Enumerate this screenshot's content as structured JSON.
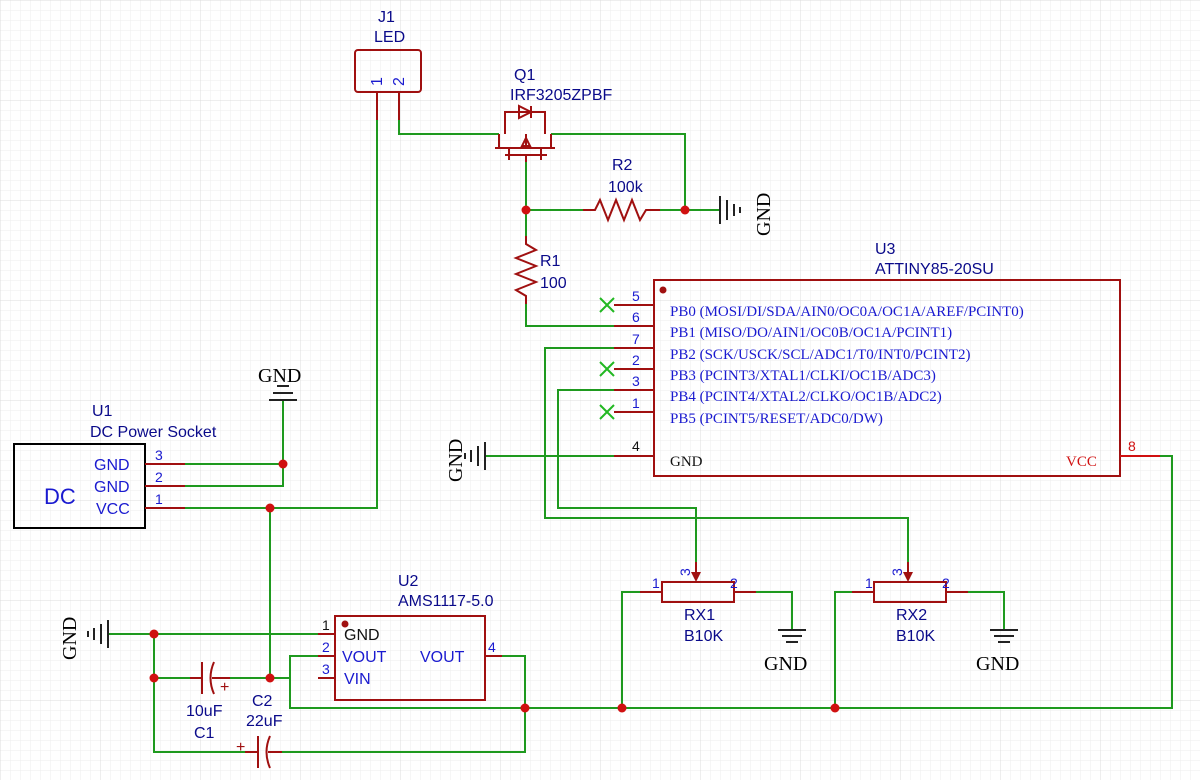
{
  "grid": true,
  "colors": {
    "wire": "#1f9a1f",
    "component": "#a01010",
    "label": "#0a0a8a",
    "pin_text": "#1a1ad0",
    "junction": "#d01010"
  },
  "j1": {
    "ref": "J1",
    "value": "LED",
    "pins": [
      "1",
      "2"
    ]
  },
  "q1": {
    "ref": "Q1",
    "value": "IRF3205ZPBF"
  },
  "r1": {
    "ref": "R1",
    "value": "100"
  },
  "r2": {
    "ref": "R2",
    "value": "100k"
  },
  "u1": {
    "ref": "U1",
    "value": "DC Power Socket",
    "body_label": "DC",
    "pins": [
      {
        "num": "3",
        "name": "GND"
      },
      {
        "num": "2",
        "name": "GND"
      },
      {
        "num": "1",
        "name": "VCC"
      }
    ]
  },
  "u2": {
    "ref": "U2",
    "value": "AMS1117-5.0",
    "pins": [
      {
        "num": "1",
        "name": "GND"
      },
      {
        "num": "2",
        "name": "VOUT"
      },
      {
        "num": "3",
        "name": "VIN"
      },
      {
        "num": "4",
        "name": "VOUT"
      }
    ]
  },
  "u3": {
    "ref": "U3",
    "value": "ATTINY85-20SU",
    "pins": [
      {
        "num": "5",
        "name": "PB0 (MOSI/DI/SDA/AIN0/OC0A/OC1A/AREF/PCINT0)"
      },
      {
        "num": "6",
        "name": "PB1 (MISO/DO/AIN1/OC0B/OC1A/PCINT1)"
      },
      {
        "num": "7",
        "name": "PB2 (SCK/USCK/SCL/ADC1/T0/INT0/PCINT2)"
      },
      {
        "num": "2",
        "name": "PB3 (PCINT3/XTAL1/CLKI/OC1B/ADC3)"
      },
      {
        "num": "3",
        "name": "PB4 (PCINT4/XTAL2/CLKO/OC1B/ADC2)"
      },
      {
        "num": "1",
        "name": "PB5 (PCINT5/RESET/ADC0/DW)"
      }
    ],
    "gnd_pin": {
      "num": "4",
      "name": "GND"
    },
    "vcc_pin": {
      "num": "8",
      "name": "VCC"
    }
  },
  "rx1": {
    "ref": "RX1",
    "value": "B10K",
    "pins": [
      "1",
      "2",
      "3"
    ]
  },
  "rx2": {
    "ref": "RX2",
    "value": "B10K",
    "pins": [
      "1",
      "2",
      "3"
    ]
  },
  "c1": {
    "ref": "C1",
    "value": "10uF",
    "polarity": "+"
  },
  "c2": {
    "ref": "C2",
    "value": "22uF",
    "polarity": "+"
  },
  "gnd_label": "GND"
}
